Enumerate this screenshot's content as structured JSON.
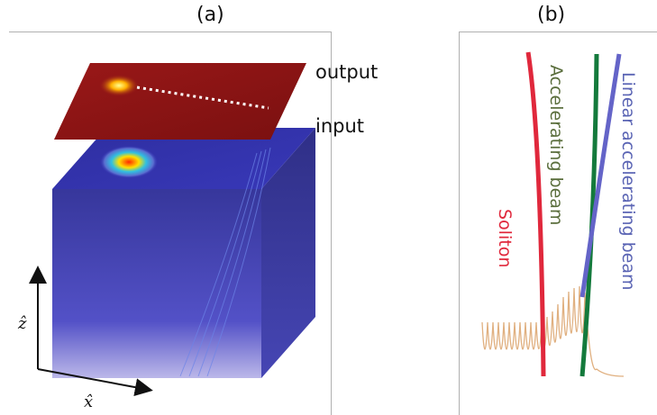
{
  "panel_a": {
    "label": "(a)",
    "output_label": "output",
    "input_label": "input",
    "axis_z": "ẑ",
    "axis_x": "x̂"
  },
  "panel_b": {
    "label": "(b)",
    "curves": [
      {
        "label": "Soliton",
        "color": "#e0283c"
      },
      {
        "label": "Accelerating beam",
        "color": "#5a6e3c"
      },
      {
        "label": "Linear accelerating beam",
        "color": "#5a64b4"
      }
    ]
  },
  "colors": {
    "cube_dark": "#2a2a8c",
    "cube_mid": "#4848c0",
    "output_plane": "#8c1414",
    "soliton_line": "#e0283c",
    "accelerating_line": "#147a3c",
    "linear_line": "#6464c8",
    "intensity_profile": "#e0b080"
  }
}
